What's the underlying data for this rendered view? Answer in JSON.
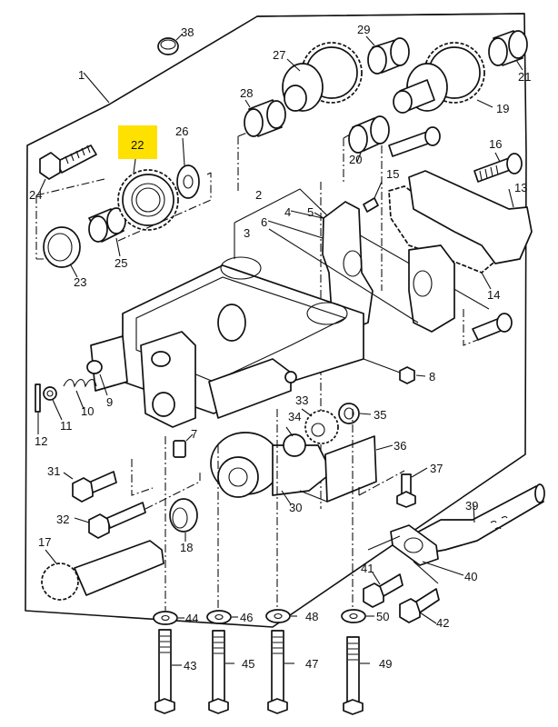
{
  "diagram": {
    "title": "Balance shaft / oil pump assembly exploded view",
    "highlight_color": "#ffe100",
    "highlighted_callout": "22",
    "callouts": {
      "c1": "1",
      "c2": "2",
      "c3": "3",
      "c4": "4",
      "c5": "5",
      "c6": "6",
      "c7": "7",
      "c8": "8",
      "c9": "9",
      "c10": "10",
      "c11": "11",
      "c12": "12",
      "c13": "13",
      "c14": "14",
      "c15": "15",
      "c16": "16",
      "c17": "17",
      "c18": "18",
      "c19": "19",
      "c20": "20",
      "c21": "21",
      "c22": "22",
      "c23": "23",
      "c24": "24",
      "c25": "25",
      "c26": "26",
      "c27": "27",
      "c28": "28",
      "c29": "29",
      "c30": "30",
      "c31": "31",
      "c32": "32",
      "c33": "33",
      "c34": "34",
      "c35": "35",
      "c36": "36",
      "c37": "37",
      "c38": "38",
      "c39": "39",
      "c40": "40",
      "c41": "41",
      "c42": "42",
      "c43": "43",
      "c44": "44",
      "c45": "45",
      "c46": "46",
      "c47": "47",
      "c48": "48",
      "c49": "49",
      "c50": "50"
    }
  }
}
